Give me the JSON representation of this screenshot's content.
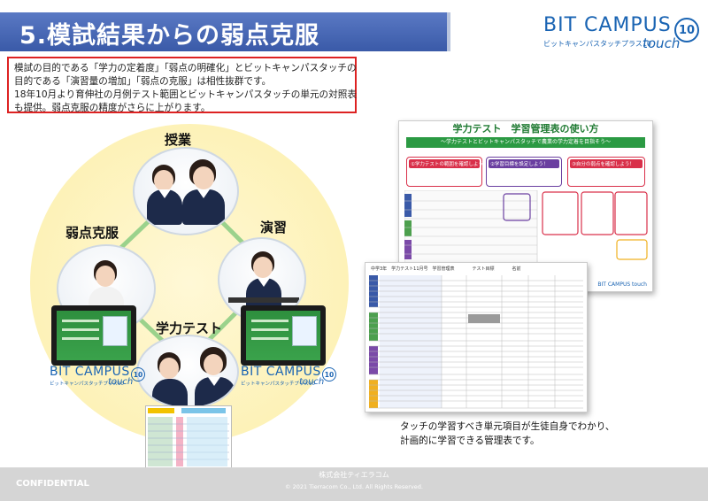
{
  "header": {
    "title": "5.模試結果からの弱点克服",
    "logo": {
      "main": "BIT CAMPUS",
      "sub": "ビットキャンパスタッチプラス10",
      "touch": "touch",
      "badge": "10"
    }
  },
  "intro": {
    "lines": [
      "模試の目的である「学力の定着度」「弱点の明確化」とビットキャンパスタッチの",
      "目的である「演習量の増加」「弱点の克服」は相性抜群です。",
      "18年10月より育伸社の月例テスト範囲とビットキャンパスタッチの単元の対照表",
      "も提供。弱点克服の精度がさらに上がります。"
    ]
  },
  "cycle": {
    "labels": {
      "top": "授業",
      "right": "演習",
      "left": "弱点克服",
      "bottom": "学力テスト"
    },
    "tablet_logo": {
      "main": "BIT CAMPUS",
      "sub": "ビットキャンパスタッチプラス10",
      "touch": "touch",
      "badge": "10"
    }
  },
  "documents": {
    "back": {
      "title": "学力テスト　学習管理表の使い方",
      "subtitle": "～学力テストとビットキャンパスタッチで農業の学力定着を目指そう～",
      "callouts": [
        {
          "cap": "①学力テストの範囲を確認しよう！",
          "color": "#d9304a"
        },
        {
          "cap": "②学習目標を設定しよう！",
          "color": "#6a3fa0"
        },
        {
          "cap": "③自分の弱点を確認しよう！",
          "color": "#d9304a"
        }
      ],
      "footer_logo": "BIT CAMPUS touch"
    },
    "front": {
      "header": "中学3年　学力テスト11月号　学習管理表　　　　テスト目標　　　　名前"
    }
  },
  "caption": {
    "lines": [
      "タッチの学習すべき単元項目が生徒自身でわかり、",
      "計画的に学習できる管理表です。"
    ]
  },
  "footer": {
    "confidential": "CONFIDENTIAL",
    "company": "株式会社ティエラコム",
    "copyright": "© 2021  Tierracom Co., Ltd. All Rights Reserved."
  }
}
